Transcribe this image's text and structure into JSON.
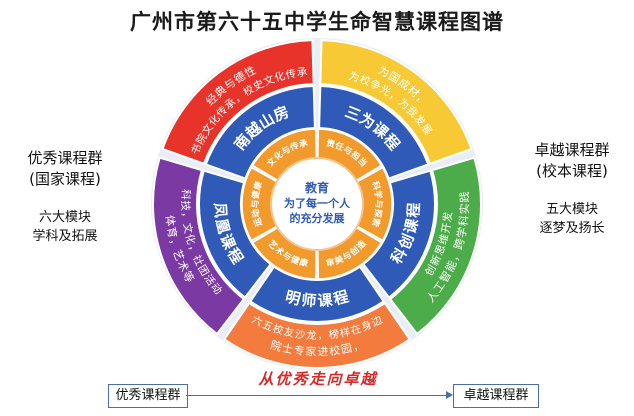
{
  "title": "广州市第六十五中学生命智慧课程图谱",
  "left": {
    "heading": [
      "优秀课程群",
      "(国家课程)"
    ],
    "sub": [
      "六大模块",
      "学科及拓展"
    ]
  },
  "right": {
    "heading": [
      "卓越课程群",
      "(校本课程)"
    ],
    "sub": [
      "五大模块",
      "逐梦及扬长"
    ]
  },
  "center": {
    "lines": [
      "教育",
      "为了每一个人",
      "的充分发展"
    ]
  },
  "courses": [
    {
      "name": "南越山房",
      "outer_lines": [
        "经典与德性",
        "书院文化传承，校史文化传承"
      ],
      "outer_color": "#e8332b",
      "mid_color": "#2f5ab7"
    },
    {
      "name": "三为课程",
      "outer_lines": [
        "为国成材，",
        "为校争光，为我发展"
      ],
      "outer_color": "#f7c934",
      "mid_color": "#2f5ab7"
    },
    {
      "name": "科创课程",
      "outer_lines": [
        "人工智能，跨学科实践",
        "创新思维开发"
      ],
      "outer_color": "#4dac4a",
      "mid_color": "#2f5ab7"
    },
    {
      "name": "明师课程",
      "outer_lines": [
        "院士专家进校园，",
        "六五校友沙龙，榜样在身边"
      ],
      "outer_color": "#f47b3e",
      "mid_color": "#2f5ab7"
    },
    {
      "name": "凤凰课程",
      "outer_lines": [
        "体育，艺术等",
        "科技，文化，社团活动"
      ],
      "outer_color": "#7b3aa3",
      "mid_color": "#2f5ab7"
    }
  ],
  "inner_ring": [
    "文化与传承",
    "责任与担当",
    "科学与探索",
    "审美与创造",
    "艺术与健康",
    "运动与健康"
  ],
  "flow": {
    "from": "优秀课程群",
    "to": "卓越课程群",
    "slogan": "从优秀走向卓越"
  },
  "colors": {
    "inner_ring": "#f29a2c",
    "center": "#ffffff",
    "center_text": "#2f5ab7"
  }
}
